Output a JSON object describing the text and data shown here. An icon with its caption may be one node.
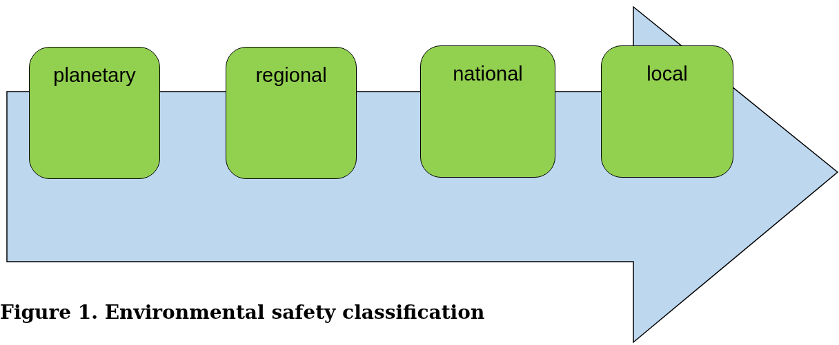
{
  "diagram": {
    "caption": "Figure 1. Environmental safety classification",
    "nodes": [
      {
        "text": [
          "planetary"
        ]
      },
      {
        "text": [
          "regional"
        ]
      },
      {
        "text": [
          "national"
        ]
      },
      {
        "text": [
          "local"
        ]
      }
    ],
    "edges": []
  }
}
